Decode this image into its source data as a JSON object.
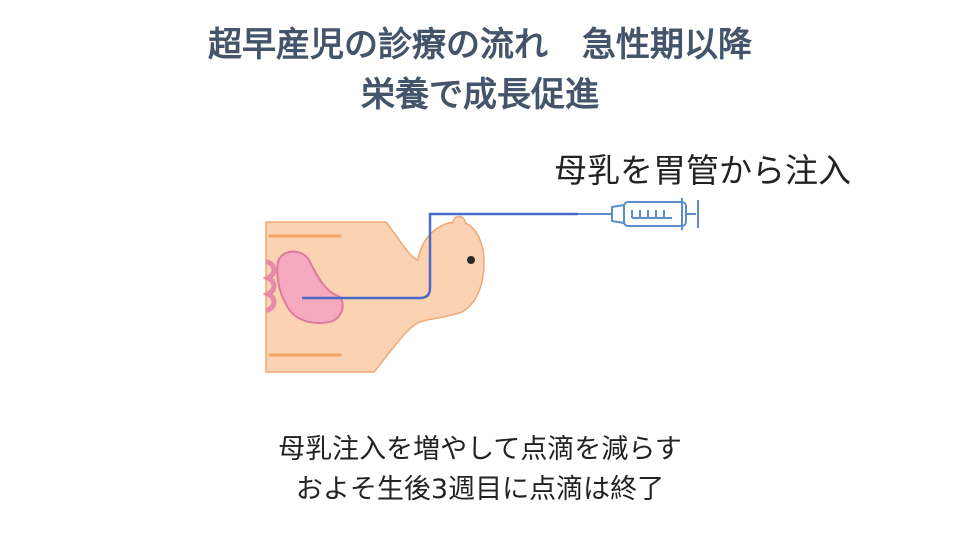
{
  "title": {
    "line1": "超早産児の診療の流れ　急性期以降",
    "line2": "栄養で成長促進"
  },
  "callout": "母乳を胃管から注入",
  "caption": {
    "line1": "母乳注入を増やして点滴を減らす",
    "line2": "およそ生後3週目に点滴は終了"
  },
  "colors": {
    "title": "#44546a",
    "skin": "#fbd3b3",
    "skin_stroke": "#f0a878",
    "stomach": "#f5aac0",
    "stomach_stroke": "#e07a9c",
    "intestine": "#e88aa6",
    "tube": "#4a6cc8",
    "syringe": "#5c8ccc",
    "eye": "#2a2a2a",
    "band": "#f4a460"
  },
  "icons": {
    "illustration": "baby-torso-cutaway",
    "tube": "feeding-tube",
    "syringe": "syringe-icon"
  }
}
